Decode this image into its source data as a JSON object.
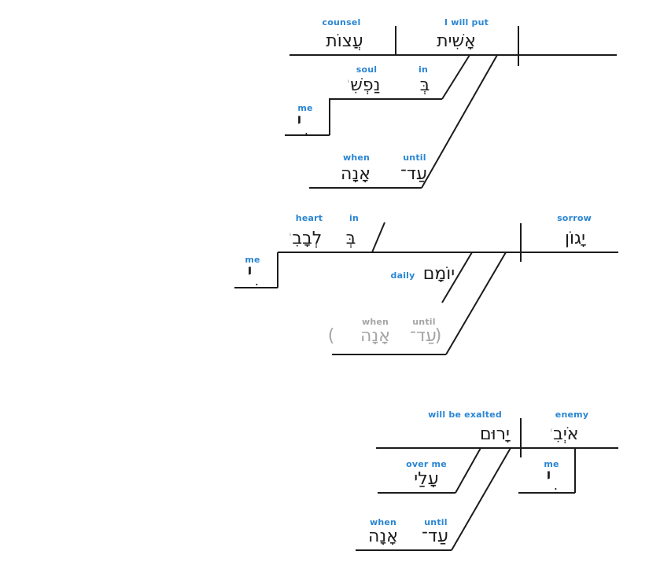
{
  "colors": {
    "gloss_blue": "#2a86d3",
    "text_black": "#1c1c1c",
    "elided_gray": "#a5a5a5",
    "suffix_marker_gray": "#b3b3b3",
    "line_black": "#1c1c1c",
    "background": "#ffffff"
  },
  "clause1": {
    "object": {
      "gloss": "counsel",
      "word": "עֲצוֹת"
    },
    "verb": {
      "gloss": "I will put",
      "word": "אָשִׁית"
    },
    "prep_phrase": {
      "noun": {
        "gloss": "soul",
        "word": "נַפְשִׁ",
        "suffix_marker": "י"
      },
      "prep": {
        "gloss": "in",
        "word": "בְּ"
      }
    },
    "pronoun_suffix": {
      "gloss": "me",
      "word": "י",
      "vowel_dot": "."
    },
    "adverbial": {
      "when": {
        "gloss": "when",
        "word": "אָנָה"
      },
      "until": {
        "gloss": "until",
        "word": "עַד־"
      }
    }
  },
  "clause2": {
    "prep_phrase": {
      "noun": {
        "gloss": "heart",
        "word": "לְבָבִ",
        "suffix_marker": "י"
      },
      "prep": {
        "gloss": "in",
        "word": "בְּ"
      }
    },
    "pronoun_suffix": {
      "gloss": "me",
      "word": "י",
      "vowel_dot": "."
    },
    "adverb": {
      "gloss": "daily",
      "word": "יוֹמָם"
    },
    "elided_adverbial": {
      "open_paren": "(",
      "when": {
        "gloss": "when",
        "word": "אָנָה"
      },
      "until": {
        "gloss": "until",
        "word": "עַד־"
      },
      "close_paren": ")"
    },
    "object": {
      "gloss": "sorrow",
      "word": "יָגוֹן"
    }
  },
  "clause3": {
    "verb": {
      "gloss": "will be exalted",
      "word": "יָרוּם"
    },
    "subject": {
      "gloss": "enemy",
      "word": "אֹיְבִ",
      "suffix_marker": "י"
    },
    "pronoun_suffix": {
      "gloss": "me",
      "word": "י",
      "vowel_dot": "."
    },
    "prep_phrase": {
      "gloss": "over me",
      "word": "עָלַי"
    },
    "adverbial": {
      "when": {
        "gloss": "when",
        "word": "אָנָה"
      },
      "until": {
        "gloss": "until",
        "word": "עַד־"
      }
    }
  }
}
